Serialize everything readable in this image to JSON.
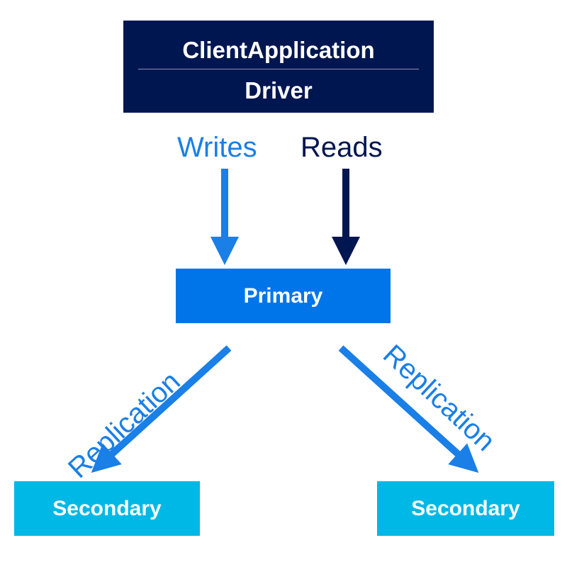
{
  "client": {
    "title": "ClientApplication",
    "subtitle": "Driver"
  },
  "labels": {
    "writes": "Writes",
    "reads": "Reads",
    "replication_left": "Replication",
    "replication_right": "Replication"
  },
  "nodes": {
    "primary": "Primary",
    "secondary_left": "Secondary",
    "secondary_right": "Secondary"
  },
  "colors": {
    "dark_navy": "#001650",
    "blue": "#0075ea",
    "light_blue": "#1a7fe6",
    "cyan": "#00b8e6"
  }
}
